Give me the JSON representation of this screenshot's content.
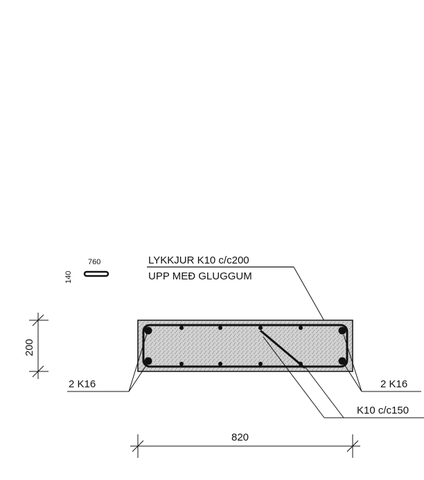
{
  "drawing": {
    "stirrup_note_line1": "LYKKJUR K10 c/c200",
    "stirrup_note_line2": "UPP MEÐ GLUGGUM",
    "detail_length": "760",
    "detail_width": "140",
    "height_dim": "200",
    "width_dim": "820",
    "left_rebar_label": "2 K16",
    "right_rebar_label": "2 K16",
    "shear_rebar_label": "K10 c/c150"
  }
}
